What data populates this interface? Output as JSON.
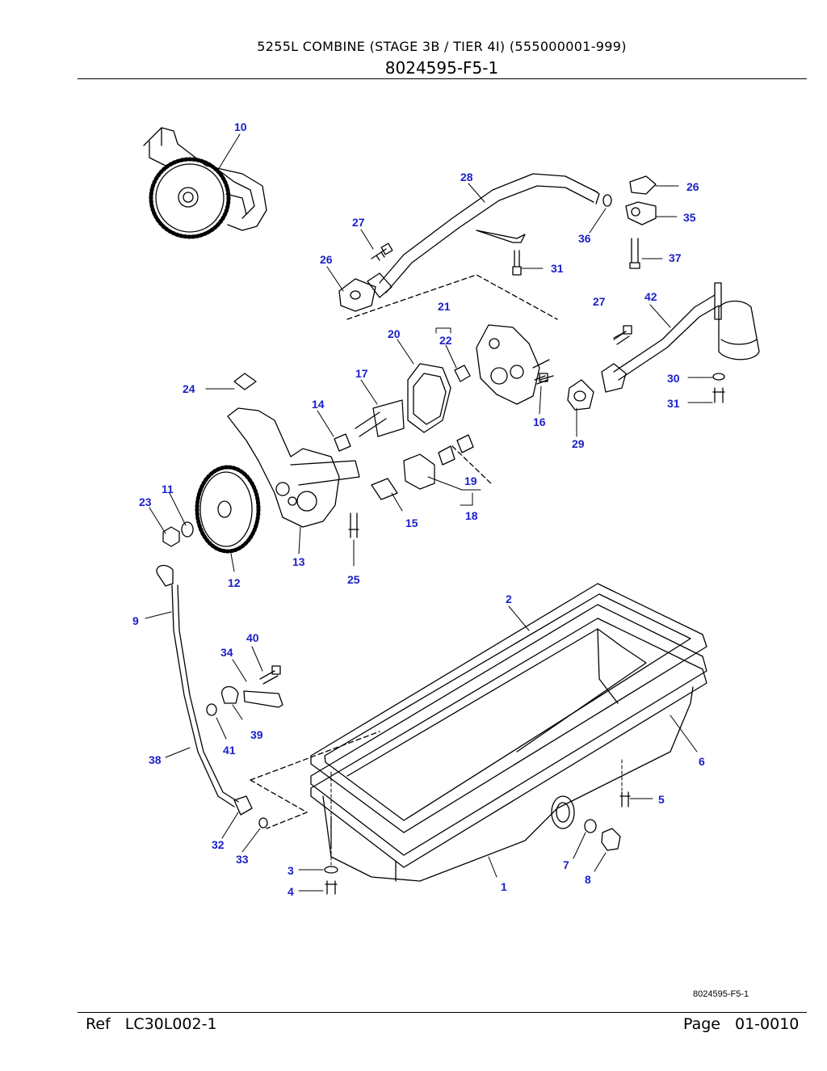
{
  "header": {
    "model_line": "5255L COMBINE (STAGE 3B / TIER 4I) (555000001-999)",
    "figure_number": "8024595-F5-1"
  },
  "callouts": [
    "10",
    "28",
    "26",
    "35",
    "36",
    "27",
    "37",
    "31",
    "26",
    "21",
    "27",
    "42",
    "20",
    "22",
    "17",
    "30",
    "24",
    "31",
    "14",
    "16",
    "29",
    "11",
    "23",
    "19",
    "18",
    "15",
    "12",
    "13",
    "25",
    "2",
    "9",
    "40",
    "34",
    "39",
    "41",
    "38",
    "6",
    "5",
    "32",
    "33",
    "3",
    "7",
    "4",
    "1",
    "8"
  ],
  "figure_id": "8024595-F5-1",
  "footer": {
    "ref_label": "Ref",
    "ref_value": "LC30L002-1",
    "page_label": "Page",
    "page_value": "01-0010"
  }
}
